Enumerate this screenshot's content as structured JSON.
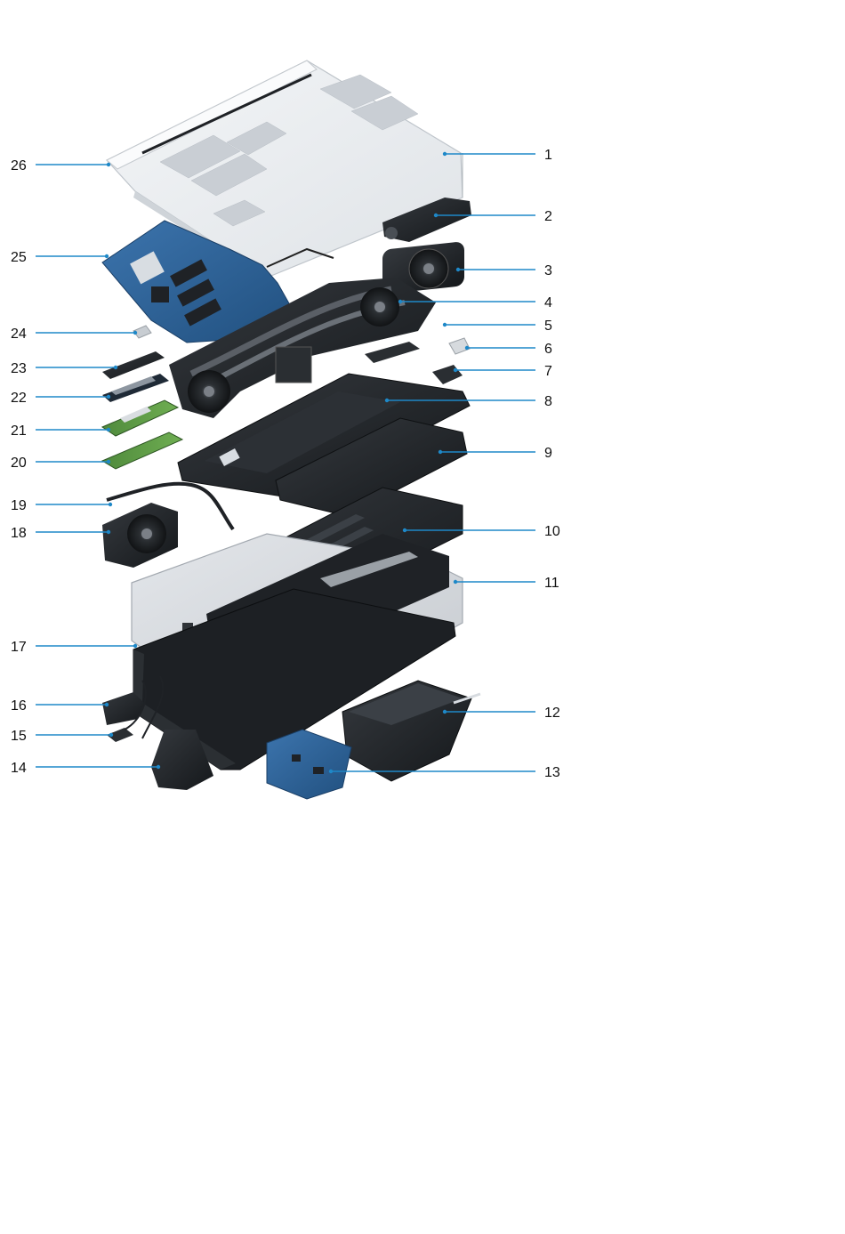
{
  "colors": {
    "leader_line": "#1e88c8",
    "label_text": "#111111",
    "base_cover": "#e7eaee",
    "pcb_blue": "#2d5f94",
    "metal_black": "#1f2226",
    "palmrest_silver": "#d5d8dc"
  },
  "callouts": [
    {
      "id": "1",
      "label": "1"
    },
    {
      "id": "2",
      "label": "2"
    },
    {
      "id": "3",
      "label": "3"
    },
    {
      "id": "4",
      "label": "4"
    },
    {
      "id": "5",
      "label": "5"
    },
    {
      "id": "6",
      "label": "6"
    },
    {
      "id": "7",
      "label": "7"
    },
    {
      "id": "8",
      "label": "8"
    },
    {
      "id": "9",
      "label": "9"
    },
    {
      "id": "10",
      "label": "10"
    },
    {
      "id": "11",
      "label": "11"
    },
    {
      "id": "12",
      "label": "12"
    },
    {
      "id": "13",
      "label": "13"
    },
    {
      "id": "14",
      "label": "14"
    },
    {
      "id": "15",
      "label": "15"
    },
    {
      "id": "16",
      "label": "16"
    },
    {
      "id": "17",
      "label": "17"
    },
    {
      "id": "18",
      "label": "18"
    },
    {
      "id": "19",
      "label": "19"
    },
    {
      "id": "20",
      "label": "20"
    },
    {
      "id": "21",
      "label": "21"
    },
    {
      "id": "22",
      "label": "22"
    },
    {
      "id": "23",
      "label": "23"
    },
    {
      "id": "24",
      "label": "24"
    },
    {
      "id": "25",
      "label": "25"
    },
    {
      "id": "26",
      "label": "26"
    }
  ]
}
